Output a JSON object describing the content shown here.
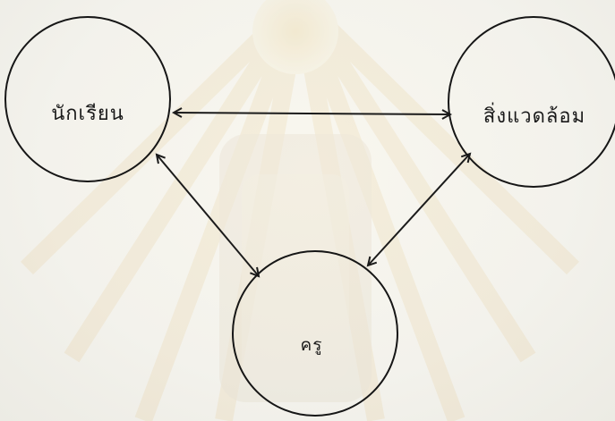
{
  "diagram": {
    "nodes": [
      {
        "id": "student",
        "label": "นักเรียน"
      },
      {
        "id": "environment",
        "label": "สิ่งแวดล้อม"
      },
      {
        "id": "teacher",
        "label": "ครู"
      }
    ],
    "edges": [
      {
        "from": "student",
        "to": "environment",
        "direction": "both"
      },
      {
        "from": "student",
        "to": "teacher",
        "direction": "both"
      },
      {
        "from": "environment",
        "to": "teacher",
        "direction": "both"
      }
    ]
  }
}
